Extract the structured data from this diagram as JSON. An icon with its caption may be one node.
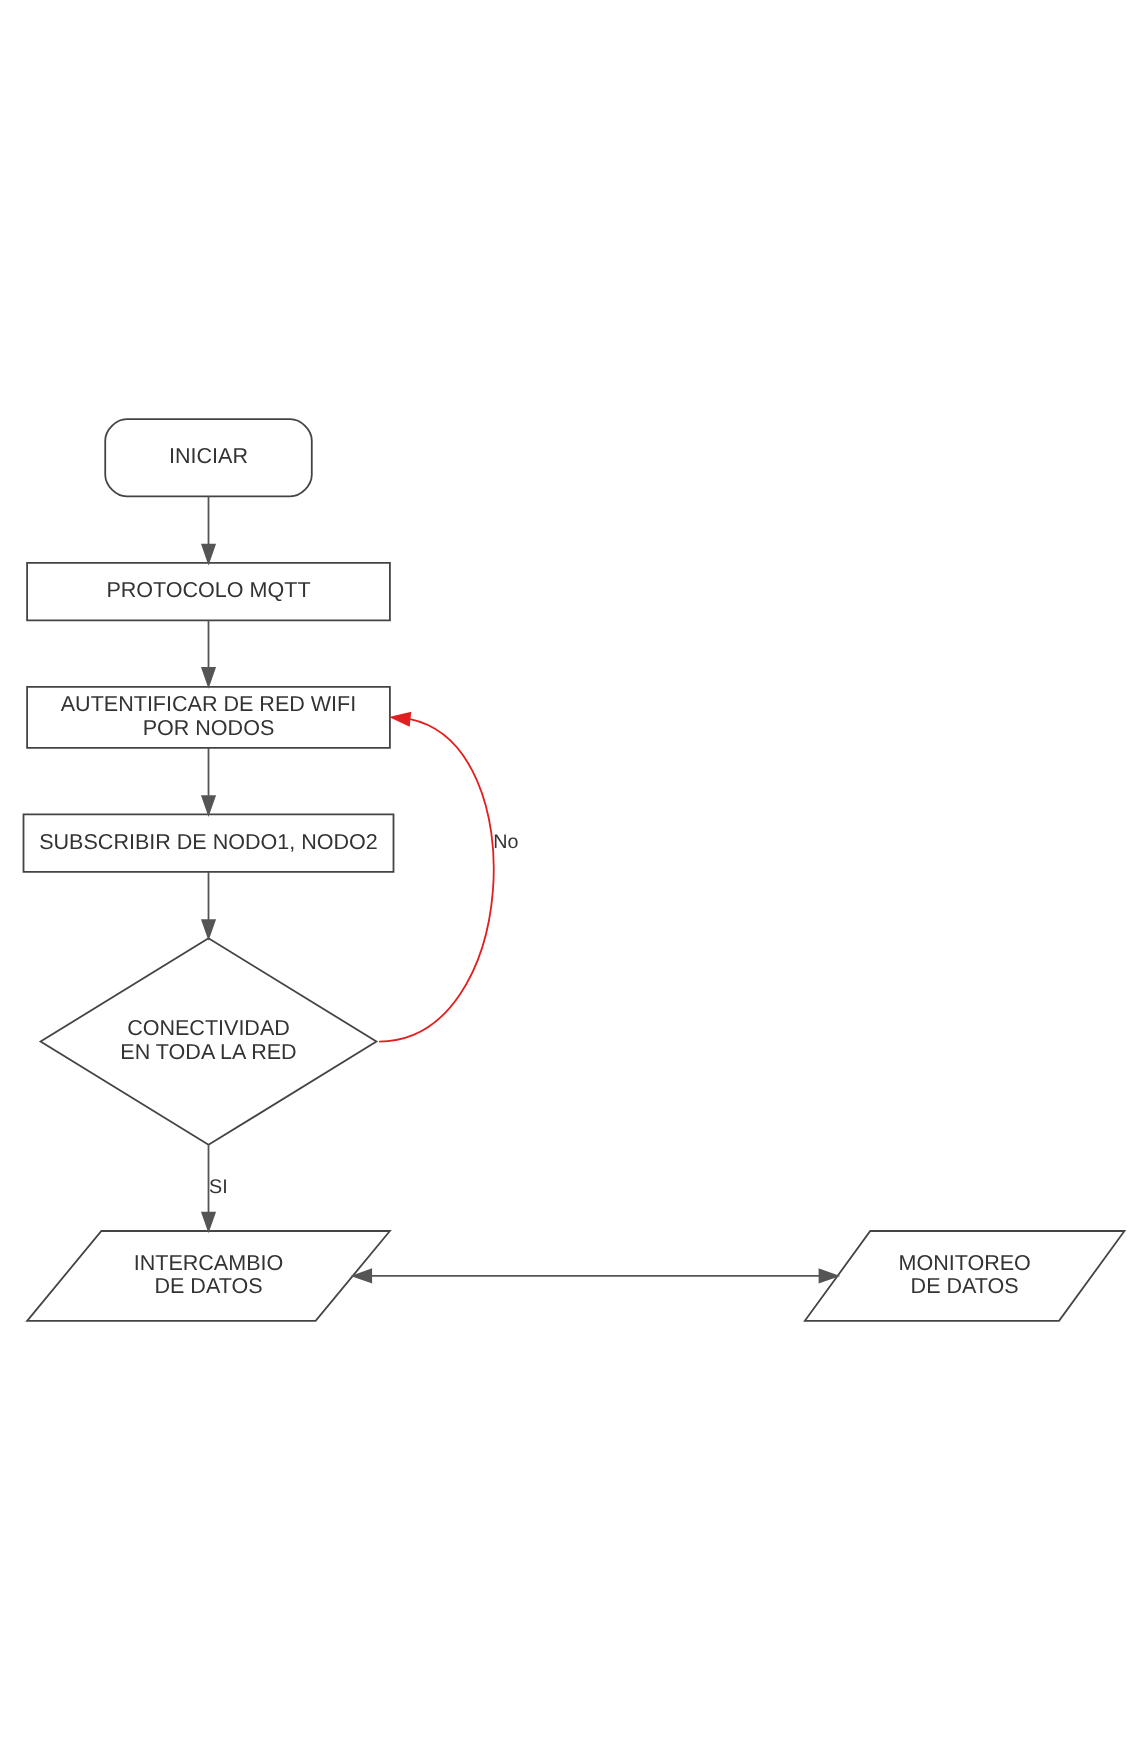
{
  "diagram": {
    "nodes": [
      {
        "text": [
          "INICIAR"
        ]
      },
      {
        "text": [
          "PROTOCOLO MQTT"
        ]
      },
      {
        "text": [
          "AUTENTIFICAR DE RED WIFI POR NODOS"
        ]
      },
      {
        "text": [
          "SUBSCRIBIR DE NODO1, NODO2"
        ]
      },
      {
        "text": [
          "CONECTIVIDAD EN TODA LA RED"
        ]
      },
      {
        "text": [
          "INTERCAMBIO DE DATOS"
        ]
      },
      {
        "text": [
          "MONITOREO DE DATOS"
        ]
      }
    ],
    "edges": [
      {
        "from": 0,
        "to": 1,
        "arrow": "to"
      },
      {
        "from": 1,
        "to": 2,
        "arrow": "to"
      },
      {
        "from": 2,
        "to": 3,
        "arrow": "to"
      },
      {
        "from": 3,
        "to": 4,
        "arrow": "to"
      },
      {
        "from": 4,
        "to": 2,
        "arrow": "to",
        "label": "No",
        "color": "#e02020"
      },
      {
        "from": 4,
        "to": 5,
        "arrow": "to",
        "label": "SI"
      },
      {
        "from": 5,
        "to": 6,
        "arrow": "both"
      }
    ]
  }
}
